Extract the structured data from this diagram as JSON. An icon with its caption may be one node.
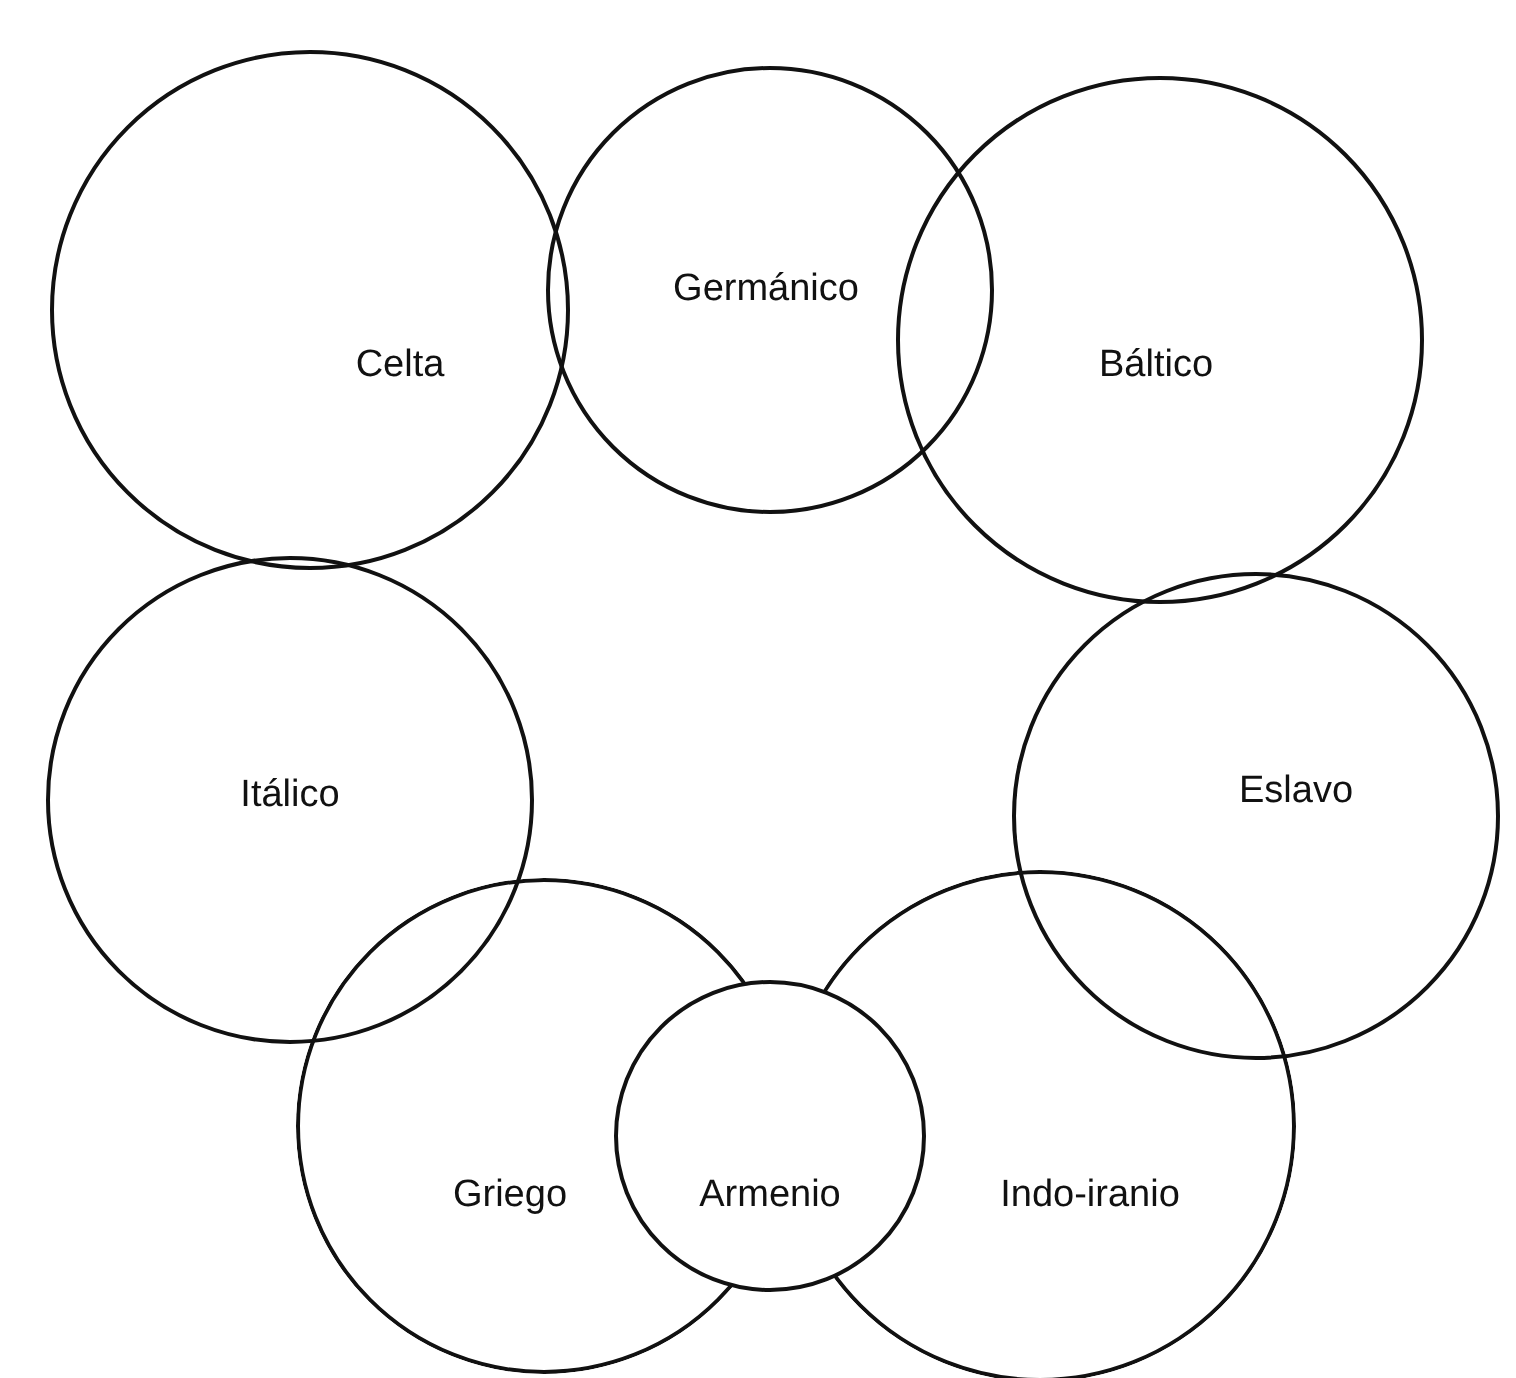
{
  "diagram": {
    "nodes": [
      {
        "text": [
          "Celta"
        ]
      },
      {
        "text": [
          "Germánico"
        ]
      },
      {
        "text": [
          "Báltico"
        ]
      },
      {
        "text": [
          "Itálico"
        ]
      },
      {
        "text": [
          "Eslavo"
        ]
      },
      {
        "text": [
          "Griego"
        ]
      },
      {
        "text": [
          "Armenio"
        ]
      },
      {
        "text": [
          "Indo-iranio"
        ]
      }
    ]
  }
}
